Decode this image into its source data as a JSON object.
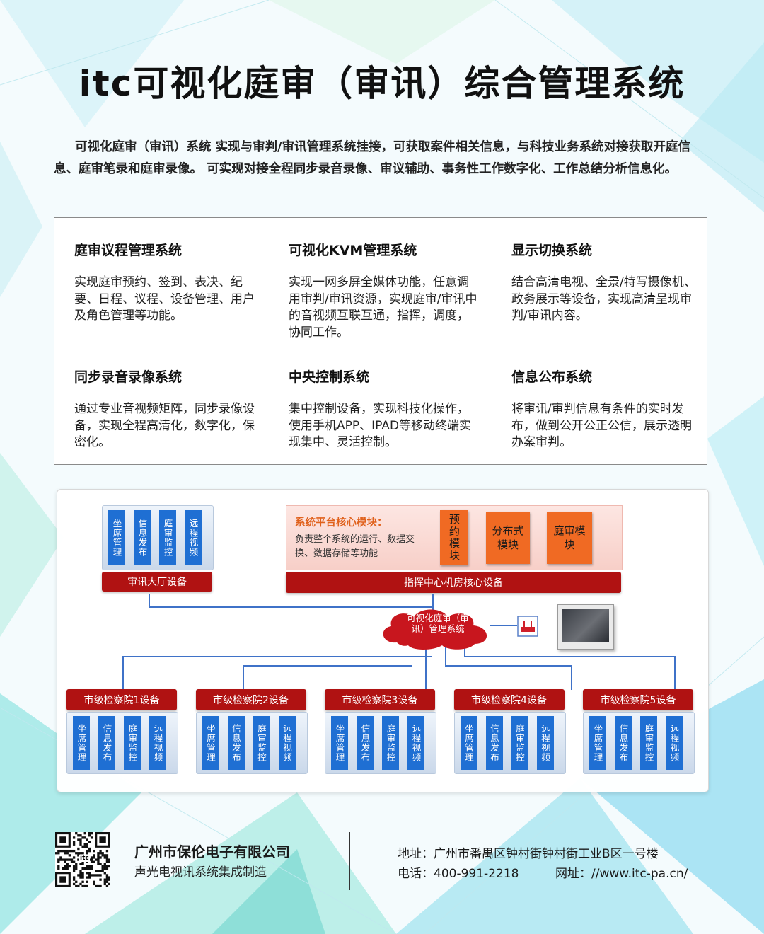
{
  "title": "itc可视化庭审（审讯）综合管理系统",
  "intro": "可视化庭审（审讯）系统 实现与审判/审讯管理系统挂接，可获取案件相关信息，与科技业务系统对接获取开庭信息、庭审笔录和庭审录像。 可实现对接全程同步录音录像、审议辅助、事务性工作数字化、工作总结分析信息化。",
  "features": [
    {
      "title": "庭审议程管理系统",
      "desc": "实现庭审预约、签到、表决、纪要、日程、议程、设备管理、用户及角色管理等功能。"
    },
    {
      "title": "可视化KVM管理系统",
      "desc": "实现一网多屏全媒体功能，任意调用审判/审讯资源，实现庭审/审讯中的音视频互联互通，指挥，调度，协同工作。"
    },
    {
      "title": "显示切换系统",
      "desc": "结合高清电视、全景/特写摄像机、政务展示等设备，实现高清呈现审判/审讯内容。"
    },
    {
      "title": "同步录音录像系统",
      "desc": "通过专业音视频矩阵，同步录像设备，实现全程高清化，数字化，保密化。"
    },
    {
      "title": "中央控制系统",
      "desc": "集中控制设备，实现科技化操作，使用手机APP、IPAD等移动终端实现集中、灵活控制。"
    },
    {
      "title": "信息公布系统",
      "desc": "将审讯/审判信息有条件的实时发布，做到公开公正公信，展示透明办案审判。"
    }
  ],
  "diagram": {
    "hall_modules": [
      "坐席管理",
      "信息发布",
      "庭审监控",
      "远程视频"
    ],
    "hall_label": "审讯大厅设备",
    "core_title": "系统平台核心模块：",
    "core_desc": "负责整个系统的运行、数据交换、数据存储等功能",
    "core_modules": [
      "预约模块",
      "分布式模块",
      "庭审模块"
    ],
    "center_label": "指挥中心机房核心设备",
    "cloud_label": "可视化庭审（审讯）管理系统",
    "branches": [
      {
        "label": "市级检察院1设备",
        "modules": [
          "坐席管理",
          "信息发布",
          "庭审监控",
          "远程视频"
        ]
      },
      {
        "label": "市级检察院2设备",
        "modules": [
          "坐席管理",
          "信息发布",
          "庭审监控",
          "远程视频"
        ]
      },
      {
        "label": "市级检察院3设备",
        "modules": [
          "坐席管理",
          "信息发布",
          "庭审监控",
          "远程视频"
        ]
      },
      {
        "label": "市级检察院4设备",
        "modules": [
          "坐席管理",
          "信息发布",
          "庭审监控",
          "远程视频"
        ]
      },
      {
        "label": "市级检察院5设备",
        "modules": [
          "坐席管理",
          "信息发布",
          "庭审监控",
          "远程视频"
        ]
      }
    ]
  },
  "footer": {
    "qr_center": "itc",
    "company": "广州市保伦电子有限公司",
    "slogan": "声光电视讯系统集成制造",
    "address": "地址：广州市番禺区钟村街钟村街工业B区一号楼",
    "phone": "电话：400-991-2218",
    "website": "网址：//www.itc-pa.cn/"
  },
  "colors": {
    "accent_blue": "#1f6fd3",
    "bar_red": "#b01212",
    "module_orange": "#f06a23",
    "core_title_orange": "#e0611c"
  }
}
